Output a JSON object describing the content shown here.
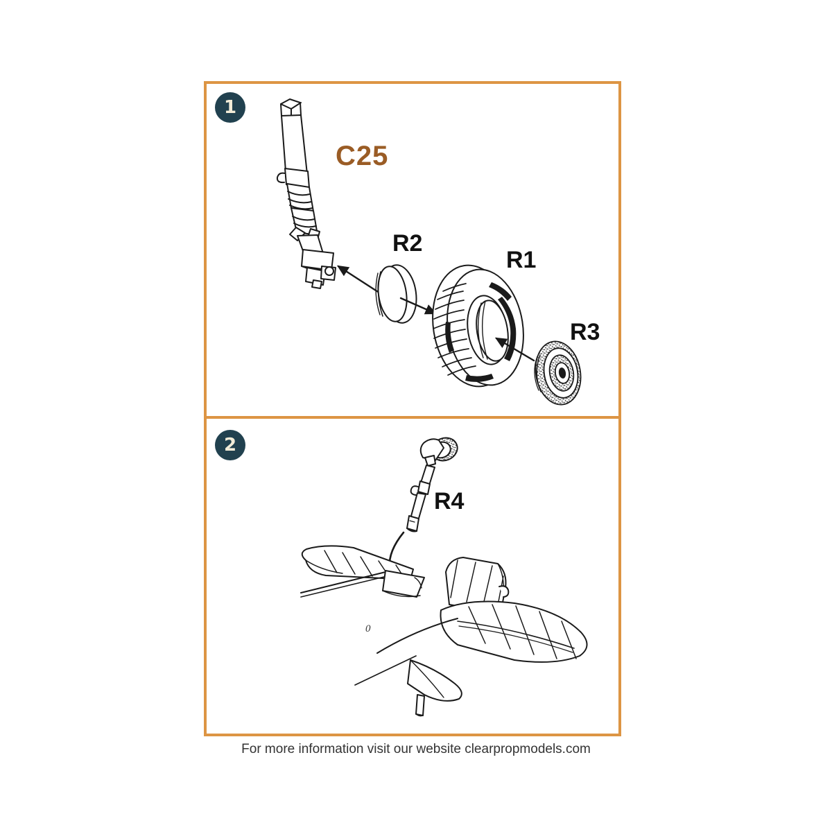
{
  "document": {
    "type": "model-kit-assembly-instructions",
    "background_color": "#ffffff"
  },
  "theme": {
    "panel_border": "#dd9544",
    "badge_fill": "#21414f",
    "badge_text": "#f2ecd8",
    "label_color": "#111111",
    "accent_label_color": "#9a5c25",
    "line_color": "#1a1a1a"
  },
  "steps": [
    {
      "number": "1",
      "name": "main-wheel-assembly",
      "parts": [
        {
          "id": "C25",
          "name": "landing-gear-strut",
          "accent": true
        },
        {
          "id": "R2",
          "name": "hub-cap",
          "accent": false
        },
        {
          "id": "R1",
          "name": "main-tire",
          "accent": false
        },
        {
          "id": "R3",
          "name": "brake-disc",
          "accent": false
        }
      ]
    },
    {
      "number": "2",
      "name": "tail-wheel-assembly",
      "parts": [
        {
          "id": "R4",
          "name": "tail-wheel-strut",
          "accent": false
        }
      ],
      "markings": [
        {
          "text": "0",
          "name": "alignment-mark"
        }
      ]
    }
  ],
  "labels": {
    "c25": "C25",
    "r1": "R1",
    "r2": "R2",
    "r3": "R3",
    "r4": "R4",
    "zero_mark": "0",
    "badge_1": "1",
    "badge_2": "2"
  },
  "footer": {
    "text": "For more information visit our website clearpropmodels.com",
    "website": "clearpropmodels.com"
  }
}
